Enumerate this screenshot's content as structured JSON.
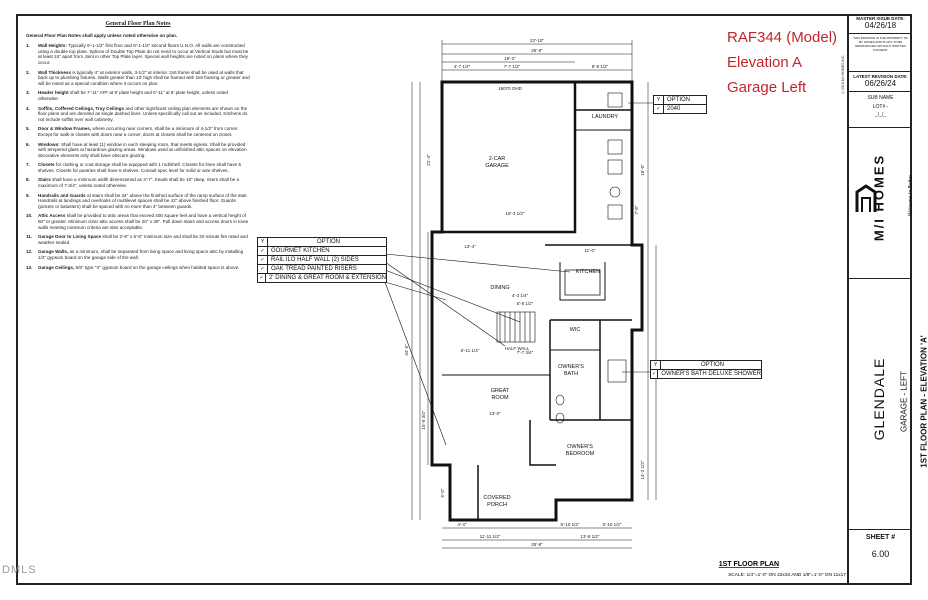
{
  "notes": {
    "title": "General Floor Plan Notes",
    "lead": "General Floor Plan Notes shall apply unless noted otherwise on plan.",
    "items": [
      {
        "num": "1.",
        "head": "Wall Heights:",
        "body": "Typically 9'-1-1/2\" first floor and 8'-1-1/2\" second floors U.N.O. All walls are constructed using a double top plate. Splices of Double Top Plate do not need to occur at Vertical Studs but must be at least 24\" apart from Joint in other Top Plate layer. Special wall heights are noted on plans where they occur."
      },
      {
        "num": "2.",
        "head": "Wall Thickness",
        "body": "is typically 4\" at exterior walls, 3-1/2\" at interior. 2x6 frame shall be used at walls that back up to plumbing fixtures. Walls greater than 10' high shall be framed with 2x6 framing or greater and will be noted as a special condition where it occurs on plan."
      },
      {
        "num": "3.",
        "head": "Header height",
        "body": "shall be 7'-11\" AFF at 9' plate height and 6'-11\" at 8' plate height, unless noted otherwise."
      },
      {
        "num": "4.",
        "head": "Soffits, Coffered Ceilings, Tray Ceilings",
        "body": "and other significant ceiling plan elements are shown on the floor plans and are denoted as single dashed lines. Unless specifically call out as included, Kitchens do not include soffits over wall cabinetry."
      },
      {
        "num": "5.",
        "head": "Door & Window Frames,",
        "body": "where occurring near corners, shall be a minimum of 4-1/2\" from corner. Except for walk-in closets with doors near a corner, doors at closets shall be centered on closet."
      },
      {
        "num": "6.",
        "head": "Windows:",
        "body": "Shall have at least (1) window in each sleeping room, that meets egress. Shall be provided with tempered glass at hazardous glazing areas. Windows used at unfinished attic spaces on elevation decorative elements only shall have obscure glazing."
      },
      {
        "num": "7.",
        "head": "Closets",
        "body": "for clothing or coat storage shall be equipped with 1 rod/shelf. Closets for linen shall have 5 shelves. Closets for pantries shall have 5 shelves. Consult spec level for solid or wire shelves."
      },
      {
        "num": "8.",
        "head": "Stairs",
        "body": "shall have a minimum width dimensioned as 3'-7\", treads shall be 10\" deep, risers shall be a maximum of 7-3/4\", unless noted otherwise."
      },
      {
        "num": "9.",
        "head": "Handrails and Guards",
        "body": "at stairs shall be 34\" above the finished surface of the ramp surface of the stair. Handrails at landings and overlooks of multilevel spaces shall be 42\" above finished floor. Guards (pickets or balusters) shall be spaced with no more than 4\" between guards."
      },
      {
        "num": "10.",
        "head": "Attic Access",
        "body": "shall be provided to attic areas that exceed 400 square feet and have a vertical height of 60\" or greater. Minimum clear attic access shall be 20\" x 30\". Pull down stairs and access doors in knee walls meeting minimum criteria are also acceptable."
      },
      {
        "num": "11.",
        "head": "Garage Door to Living Space",
        "body": "shall be 2'-8\" x 6'-8\" minimum size and shall be 20 minute fire rated and weather sealed."
      },
      {
        "num": "12.",
        "head": "Garage Walls,",
        "body": "as a minimum, shall be separated from living space and living space attic by installing 1/2\" gypsum board on the garage side of the wall."
      },
      {
        "num": "13.",
        "head": "Garage Ceilings,",
        "body": "5/8\" type \"X\" gypsum board on the garage ceilings when habited space is above."
      }
    ]
  },
  "header_note": {
    "line1": "RAF344 (Model)",
    "line2": "Elevation A",
    "line3": "Garage Left"
  },
  "rooms": {
    "garage": "2-CAR",
    "garage2": "GARAGE",
    "laundry": "LAUNDRY",
    "kitchen": "KITCHEN",
    "dining": "DINING",
    "wic": "WIC",
    "owners_bath": "OWNER'S",
    "owners_bath2": "BATH",
    "great_room": "GREAT",
    "great_room2": "ROOM",
    "owners_bedroom": "OWNER'S",
    "owners_bedroom2": "BEDROOM",
    "covered_porch": "COVERED",
    "covered_porch2": "PORCH",
    "half_wall": "HALF WALL"
  },
  "dimensions": {
    "top1": "22'-10\"",
    "top2": "25'-8\"",
    "top3": "18'-3\"",
    "top4": "4'-7 1/2\"",
    "top5": "7'-7 1/2\"",
    "top6": "8'-8 1/2\"",
    "top7": "16070 OHD",
    "left1": "34'-5\"",
    "left2": "21'-4\"",
    "left3": "15'-0 3/4\"",
    "left4": "5'-0\"",
    "bottom1": "25'-8\"",
    "bottom2": "11'-11 1/2\"",
    "bottom3": "13'-8 1/2\"",
    "bottom4": "4'-4\"",
    "bottom5": "5'-10 1/2\"",
    "bottom6": "5'-10 1/2\"",
    "right1": "18'-0\"",
    "right2": "14'-2 1/2\"",
    "right3": "7'-8\"",
    "mid1": "18'-3 1/2\"",
    "mid2": "13'-4\"",
    "mid3": "11'-0\"",
    "mid4": "13'-0\"",
    "mid5": "5'-8 1/2\"",
    "mid6": "4'-3 1/4\"",
    "mid7": "6'-11 1/4\"",
    "mid8": "7'-7 3/4\""
  },
  "options": {
    "option_header": "OPTION",
    "laundry_option": "2040",
    "main_options": [
      "GOURMET KITCHEN",
      "RAIL ILO HALF WALL (2) SIDES",
      "OAK TREAD PAINTED RISERS",
      "2' DINING & GREAT ROOM & EXTENSION"
    ],
    "bath_option": "OWNER'S BATH DELUXE SHOWER"
  },
  "titleblock": {
    "master_label": "MASTER ISSUE DATE:",
    "master_date": "04/26/18",
    "latest_label": "LATEST REVISION DATE:",
    "latest_date": "06/26/24",
    "sub_name": "SUB NAME",
    "lot": "LOT# -",
    "lot_date": "_/_/_",
    "brand_name": "M/I HOMES",
    "tagline": "Welcome to Better.",
    "plan_name": "GLENDALE",
    "plan_sub1": "GARAGE - LEFT",
    "plan_sub2": "1ST FLOOR PLAN - ELEVATION 'A'",
    "sheet_label": "SHEET #",
    "sheet_num": "6.00",
    "copyright": "©2018 M/I HOMES INC.",
    "disclaimer": "THIS DRAWING IS THE PROPERTY OF M/I HOMES AND IS NOT TO BE REPRODUCED WITHOUT WRITTEN CONSENT."
  },
  "plan_footer": {
    "title": "1ST FLOOR PLAN",
    "scale": "SCALE: 1/4\"=1'-0\" ON 22x34 AND 1/8\"=1'-0\" ON 11x17"
  },
  "watermark": "DMLS"
}
